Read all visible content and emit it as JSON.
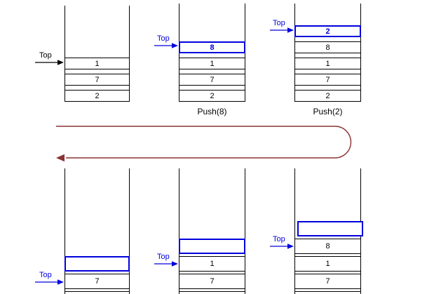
{
  "colors": {
    "pointer_blue": "#0000dd",
    "pointer_black": "#000000",
    "flow_arrow_red": "#8c3333",
    "cell_border": "#000000",
    "background": "#ffffff"
  },
  "flow_arrow": {
    "color": "#8c3333",
    "direction": "right-to-left"
  },
  "stacks": [
    {
      "name": "initial",
      "top_label": "Top",
      "pointer_color": "#000000",
      "cells": [
        {
          "value": "1"
        },
        {
          "value": "7"
        },
        {
          "value": "2"
        }
      ]
    },
    {
      "name": "after-push-8",
      "top_label": "Top",
      "pointer_color": "#0000dd",
      "caption": "Push(8)",
      "cells": [
        {
          "value": "8",
          "highlight": true
        },
        {
          "value": "1"
        },
        {
          "value": "7"
        },
        {
          "value": "2"
        }
      ]
    },
    {
      "name": "after-push-2",
      "top_label": "Top",
      "pointer_color": "#0000dd",
      "caption": "Push(2)",
      "cells": [
        {
          "value": "2",
          "highlight": true
        },
        {
          "value": "8"
        },
        {
          "value": "1"
        },
        {
          "value": "7"
        },
        {
          "value": "2"
        }
      ]
    },
    {
      "name": "pop-result-third",
      "top_label": "Top",
      "pointer_color": "#0000dd",
      "cells": [
        {
          "empty": true
        },
        {
          "value": "7"
        },
        {
          "partial_visible": true
        }
      ]
    },
    {
      "name": "pop-result-second",
      "top_label": "Top",
      "pointer_color": "#0000dd",
      "cells": [
        {
          "empty": true
        },
        {
          "value": "1"
        },
        {
          "value": "7"
        },
        {
          "partial_visible": true
        }
      ]
    },
    {
      "name": "pop-result-first",
      "top_label": "Top",
      "pointer_color": "#0000dd",
      "cells": [
        {
          "empty": true
        },
        {
          "value": "8"
        },
        {
          "value": "1"
        },
        {
          "value": "7"
        },
        {
          "partial_visible": true
        }
      ]
    }
  ]
}
